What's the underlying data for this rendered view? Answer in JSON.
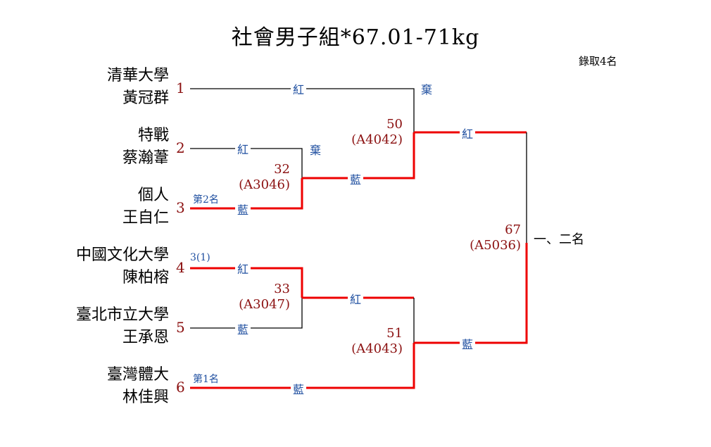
{
  "title": "社會男子組*67.01-71kg",
  "quota": "錄取4名",
  "colors": {
    "win": "#ee0000",
    "line": "#000000",
    "seed": "#8b1010",
    "side": "#1f4fa0"
  },
  "entrants": [
    {
      "seed": "1",
      "team": "清華大學",
      "name": "黃冠群",
      "note": ""
    },
    {
      "seed": "2",
      "team": "特戰",
      "name": "蔡瀚葦",
      "note": ""
    },
    {
      "seed": "3",
      "team": "個人",
      "name": "王自仁",
      "note": "第2名"
    },
    {
      "seed": "4",
      "team": "中國文化大學",
      "name": "陳柏榕",
      "note": "3(1)"
    },
    {
      "seed": "5",
      "team": "臺北市立大學",
      "name": "王承恩",
      "note": ""
    },
    {
      "seed": "6",
      "team": "臺灣體大",
      "name": "林佳興",
      "note": "第1名"
    }
  ],
  "matches": {
    "m32": {
      "no": "32",
      "code": "(A3046)",
      "red": "紅",
      "blue": "藍",
      "result": "棄"
    },
    "m33": {
      "no": "33",
      "code": "(A3047)",
      "red": "紅",
      "blue": "藍"
    },
    "m50": {
      "no": "50",
      "code": "(A4042)",
      "red": "紅",
      "blue": "藍",
      "result": "棄"
    },
    "m51": {
      "no": "51",
      "code": "(A4043)",
      "red": "紅",
      "blue": "藍"
    },
    "m67": {
      "no": "67",
      "code": "(A5036)",
      "red": "紅",
      "blue": "藍",
      "result": "一、二名"
    }
  }
}
